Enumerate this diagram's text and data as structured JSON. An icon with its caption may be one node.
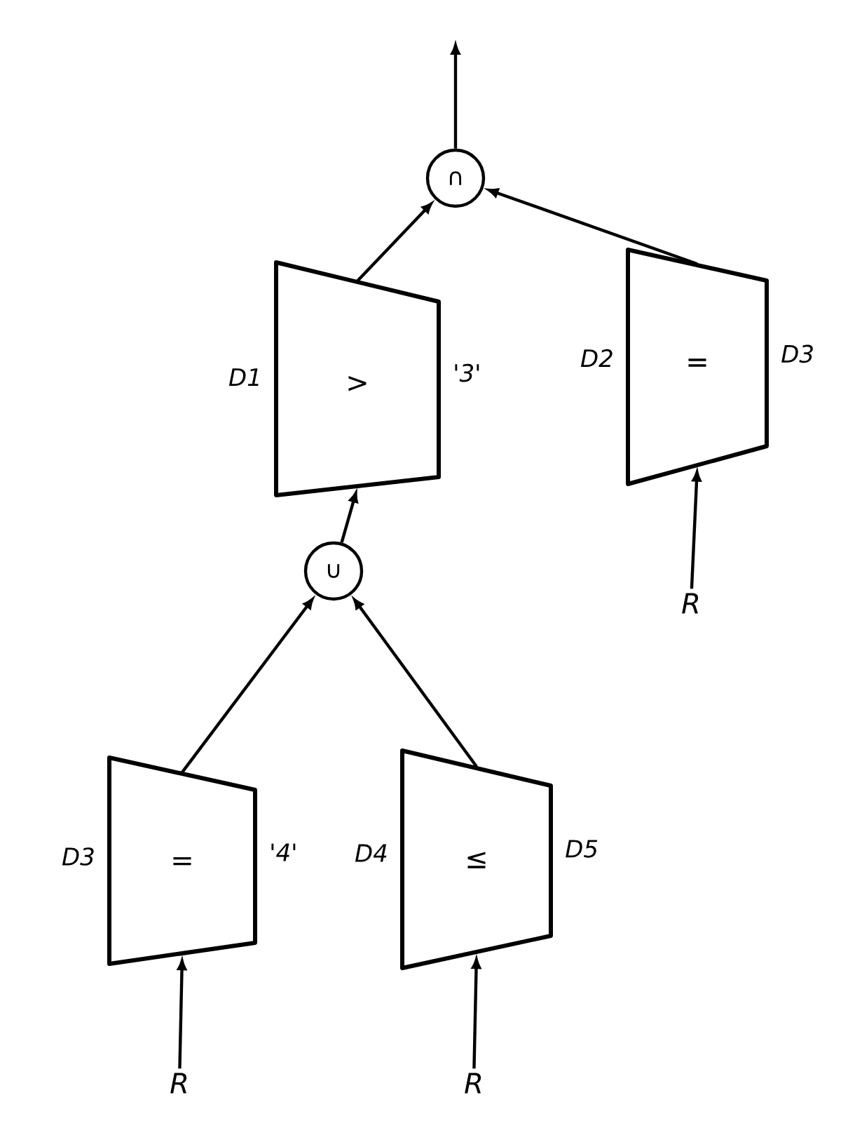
{
  "diagram": {
    "nodes": [
      {
        "text": [
          "∩"
        ]
      },
      {
        "text": [
          ">"
        ],
        "beside": [
          "D1",
          "'3'"
        ]
      },
      {
        "text": [
          "="
        ],
        "beside": [
          "D2",
          "D3"
        ]
      },
      {
        "text": [
          "∪"
        ]
      },
      {
        "text": [
          "R"
        ]
      },
      {
        "text": [
          "="
        ],
        "beside": [
          "D3",
          "'4'"
        ]
      },
      {
        "text": [
          "≤"
        ],
        "beside": [
          "D4",
          "D5"
        ]
      },
      {
        "text": [
          "R"
        ]
      },
      {
        "text": [
          "R"
        ]
      }
    ],
    "edges": [
      {
        "from": 0,
        "to": null,
        "arrow": "to"
      },
      {
        "from": 1,
        "to": 0,
        "arrow": "to"
      },
      {
        "from": 2,
        "to": 0,
        "arrow": "to"
      },
      {
        "from": 3,
        "to": 1,
        "arrow": "to"
      },
      {
        "from": 4,
        "to": 2,
        "arrow": "to"
      },
      {
        "from": 5,
        "to": 3,
        "arrow": "to"
      },
      {
        "from": 6,
        "to": 3,
        "arrow": "to"
      },
      {
        "from": 7,
        "to": 5,
        "arrow": "to"
      },
      {
        "from": 8,
        "to": 6,
        "arrow": "to"
      }
    ]
  }
}
